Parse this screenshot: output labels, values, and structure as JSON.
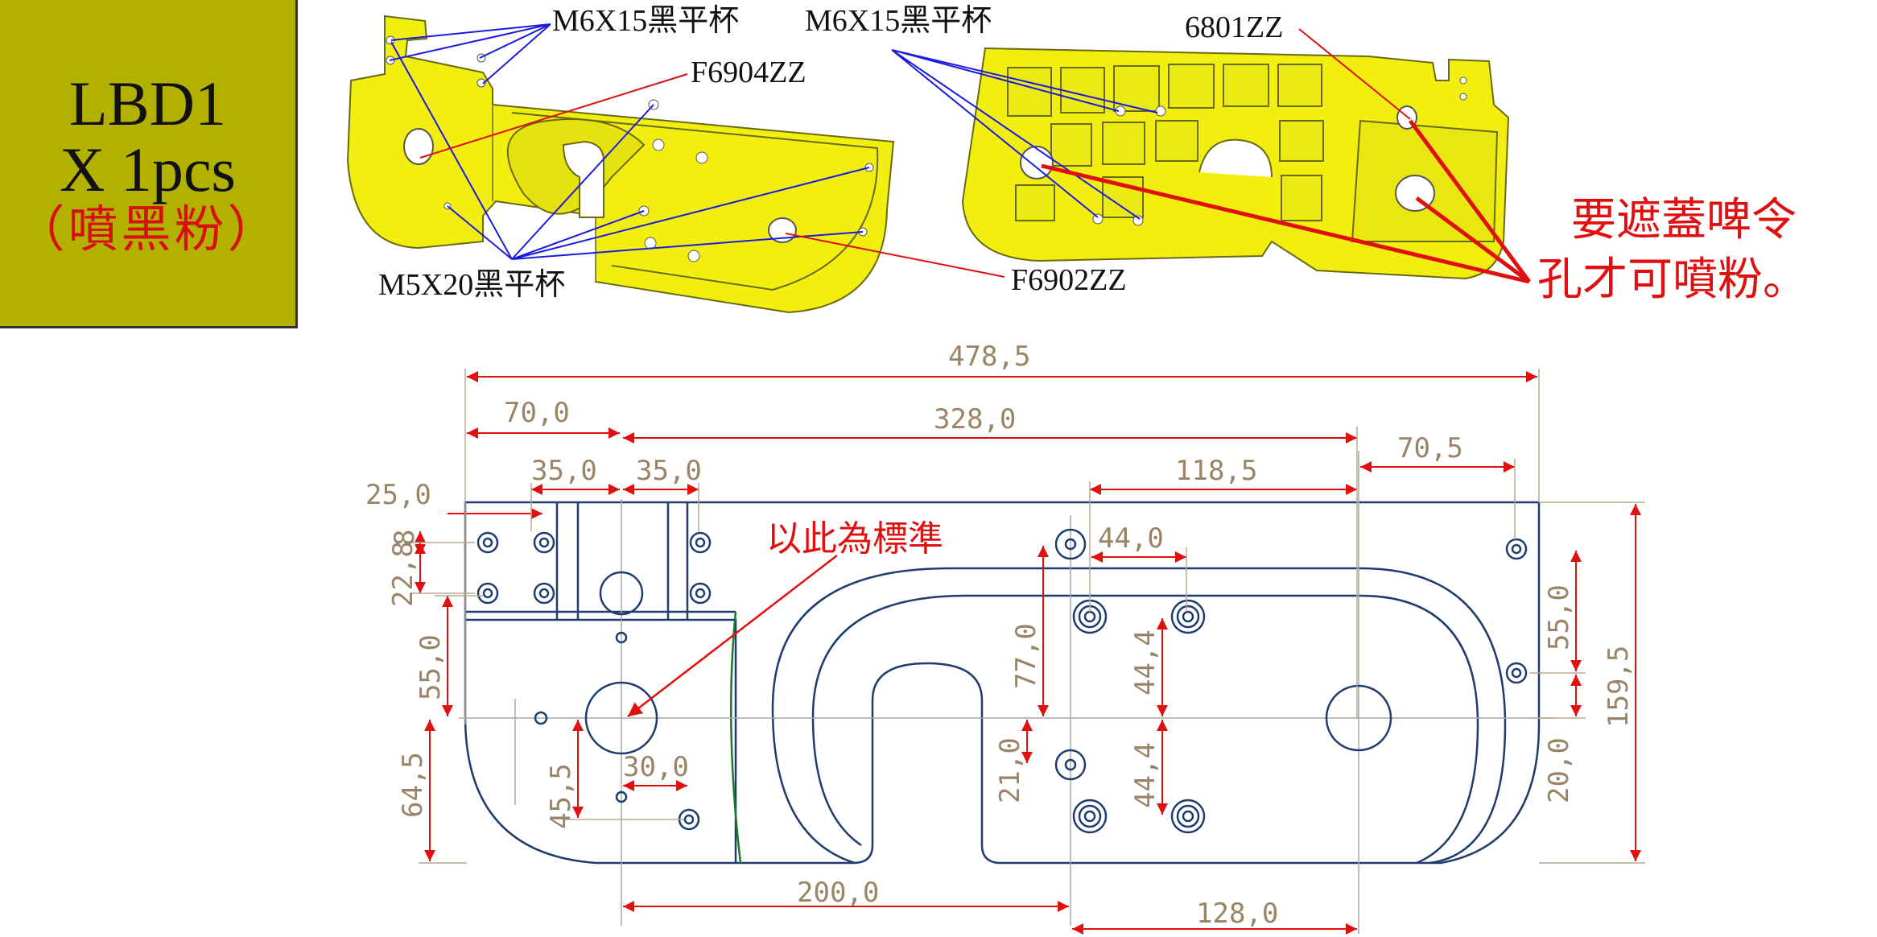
{
  "part": {
    "code": "LBD1",
    "quantity": "X 1pcs",
    "finish": "（噴黑粉）"
  },
  "callouts": {
    "screw_m6_left": "M6X15黑平杯",
    "screw_m6_right": "M6X15黑平杯",
    "screw_m5": "M5X20黑平杯",
    "bearing_f6904": "F6904ZZ",
    "bearing_f6902": "F6902ZZ",
    "bearing_6801": "6801ZZ"
  },
  "notes": {
    "mask_line1": "要遮蓋啤令",
    "mask_line2": "孔才可噴粉。",
    "reference": "以此為標準"
  },
  "dimensions": {
    "overall_length": "478,5",
    "d70_0": "70,0",
    "d328_0": "328,0",
    "d35_0_left": "35,0",
    "d35_0_right": "35,0",
    "d25_0": "25,0",
    "d118_5": "118,5",
    "d70_5": "70,5",
    "d8": "8",
    "d22_8": "22,8",
    "d55_0_left": "55,0",
    "d64_5": "64,5",
    "d45_5": "45,5",
    "d30_0": "30,0",
    "d44_0": "44,0",
    "d77_0": "77,0",
    "d44_4_top": "44,4",
    "d44_4_bottom": "44,4",
    "d21_0": "21,0",
    "d55_0_right": "55,0",
    "d20_0": "20,0",
    "d159_5": "159,5",
    "d200_0": "200,0",
    "d128_0": "128,0"
  },
  "colors": {
    "title_bg": "#b2b100",
    "part_yellow": "#f2ef10",
    "outline_blue": "#1e3d6e",
    "dim_tan": "#9a8466",
    "arrow_red": "#e01010",
    "leader_blue": "#1a1ae0"
  }
}
